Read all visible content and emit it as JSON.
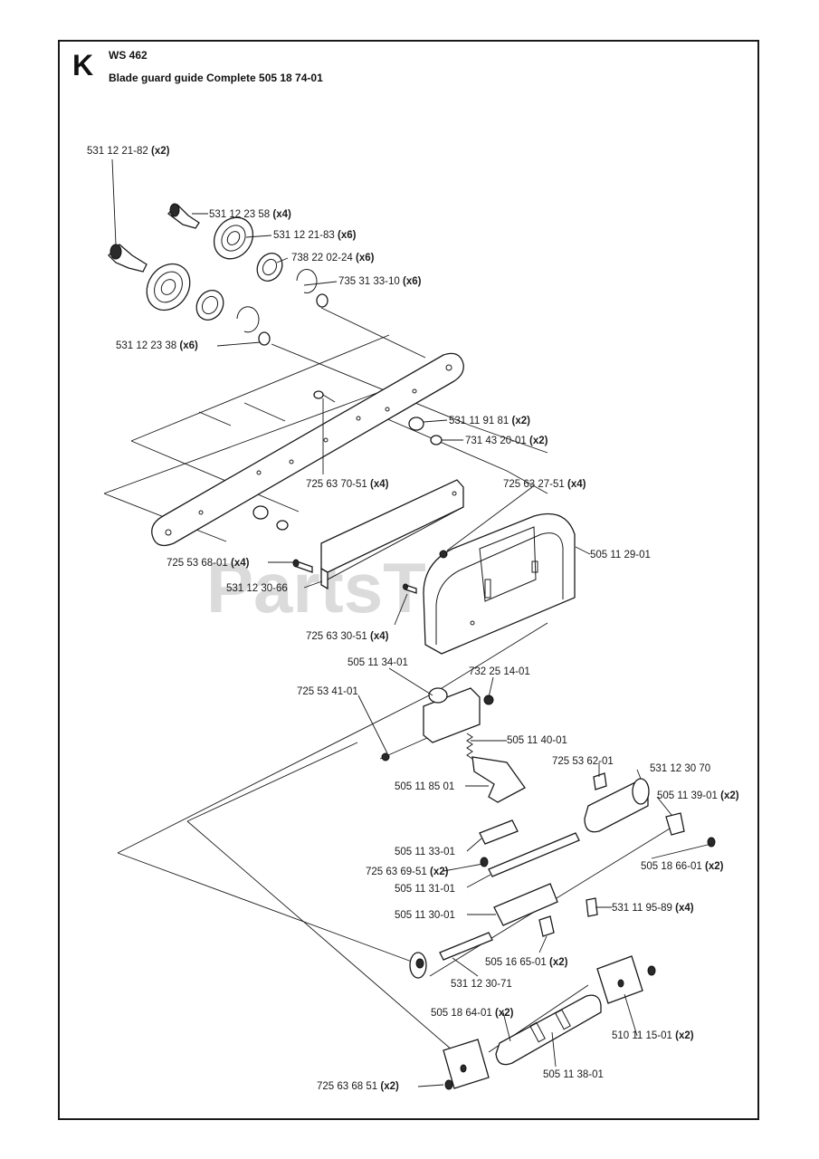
{
  "header": {
    "section": "K",
    "model": "WS 462",
    "title": "Blade guard guide Complete 505 18 74-01"
  },
  "watermark": "PartsTree",
  "parts": [
    {
      "label": "531 12 21-82",
      "qty": "(x2)"
    },
    {
      "label": "531 12 23 58",
      "qty": "(x4)"
    },
    {
      "label": "531 12 21-83",
      "qty": "(x6)"
    },
    {
      "label": "738 22 02-24",
      "qty": "(x6)"
    },
    {
      "label": "735 31 33-10",
      "qty": "(x6)"
    },
    {
      "label": "531 12 23 38",
      "qty": "(x6)"
    },
    {
      "label": "531 11 91 81",
      "qty": "(x2)"
    },
    {
      "label": "731 43 20-01",
      "qty": "(x2)"
    },
    {
      "label": "725 63 70-51",
      "qty": "(x4)"
    },
    {
      "label": "725 63 27-51",
      "qty": "(x4)"
    },
    {
      "label": "505 11 29-01",
      "qty": ""
    },
    {
      "label": "725 53 68-01",
      "qty": "(x4)"
    },
    {
      "label": "531 12 30-66",
      "qty": ""
    },
    {
      "label": "725 63 30-51",
      "qty": "(x4)"
    },
    {
      "label": "505 11 34-01",
      "qty": ""
    },
    {
      "label": "732 25 14-01",
      "qty": ""
    },
    {
      "label": "725 53 41-01",
      "qty": ""
    },
    {
      "label": "505 11 40-01",
      "qty": ""
    },
    {
      "label": "725 53 62-01",
      "qty": ""
    },
    {
      "label": "531 12 30 70",
      "qty": ""
    },
    {
      "label": "505 11 85 01",
      "qty": ""
    },
    {
      "label": "505 11 39-01",
      "qty": "(x2)"
    },
    {
      "label": "505 11 33-01",
      "qty": ""
    },
    {
      "label": "505 18 66-01",
      "qty": "(x2)"
    },
    {
      "label": "725 63 69-51",
      "qty": "(x2)"
    },
    {
      "label": "505 11 31-01",
      "qty": ""
    },
    {
      "label": "531 11 95-89",
      "qty": "(x4)"
    },
    {
      "label": "505 11 30-01",
      "qty": ""
    },
    {
      "label": "505 16 65-01",
      "qty": "(x2)"
    },
    {
      "label": "531 12 30-71",
      "qty": ""
    },
    {
      "label": "505 18 64-01",
      "qty": "(x2)"
    },
    {
      "label": "510 11 15-01",
      "qty": "(x2)"
    },
    {
      "label": "505 11 38-01",
      "qty": ""
    },
    {
      "label": "725 63 68 51",
      "qty": "(x2)"
    }
  ]
}
